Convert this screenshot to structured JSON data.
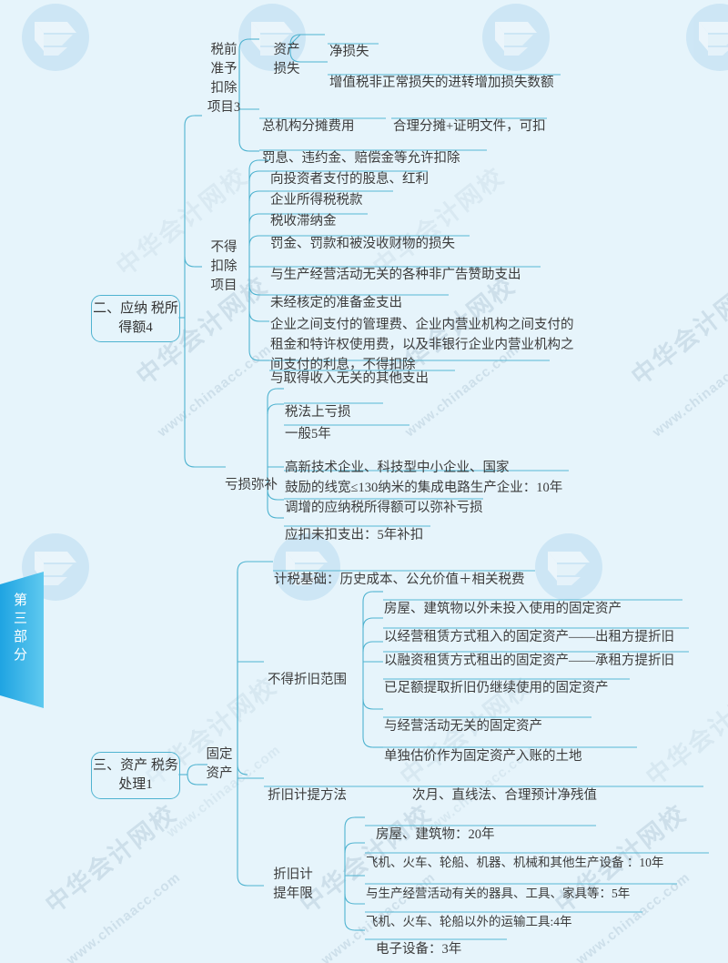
{
  "page": {
    "background_color": "#e6f4fb",
    "line_color": "#4fb3d0",
    "text_color": "#3b3b3b",
    "ribbon_color": "#29a8e0",
    "ribbon_label": "第三部分"
  },
  "watermark": {
    "brand_cn": "中华会计网校",
    "brand_url": "www.chinaacc.com"
  },
  "roots": [
    {
      "id": "root1",
      "label": "二、应纳\n税所得额4"
    },
    {
      "id": "root2",
      "label": "三、资产\n税务处理1"
    }
  ],
  "branches": {
    "pretax": {
      "label": "税前\n准予\n扣除\n项目3",
      "children": [
        {
          "label": "资产\n损失",
          "leaves": [
            "净损失",
            "增值税非正常损失的进转增加损失数额"
          ]
        },
        {
          "label": "总机构分摊费用",
          "leaves": [
            "合理分摊+证明文件，可扣"
          ]
        },
        {
          "label": "罚息、违约金、赔偿金等允许扣除",
          "leaves": []
        }
      ]
    },
    "nondeduct": {
      "label": "不得\n扣除\n项目",
      "items": [
        "向投资者支付的股息、红利",
        "企业所得税税款",
        "税收滞纳金",
        "罚金、罚款和被没收财物的损失",
        "与生产经营活动无关的各种非广告赞助支出",
        "未经核定的准备金支出",
        "企业之间支付的管理费、企业内营业机构之间支付的\n租金和特许权使用费，以及非银行企业内营业机构之\n间支付的利息，不得扣除",
        "与取得收入无关的其他支出"
      ]
    },
    "losscover": {
      "label": "亏损弥补",
      "items": [
        "税法上亏损",
        "一般5年",
        "高新技术企业、科技型中小企业、国家\n鼓励的线宽≤130纳米的集成电路生产企业：10年",
        "调增的应纳税所得额可以弥补亏损",
        "应扣未扣支出：5年补扣"
      ]
    },
    "fixedasset": {
      "label": "固定\n资产",
      "basis": "计税基础：历史成本、公允价值＋相关税费",
      "no_depreciation": {
        "label": "不得折旧范围",
        "items": [
          "房屋、建筑物以外未投入使用的固定资产",
          "以经营租赁方式租入的固定资产——出租方提折旧",
          "以融资租赁方式租出的固定资产——承租方提折旧",
          "已足额提取折旧仍继续使用的固定资产",
          "与经营活动无关的固定资产",
          "单独估价作为固定资产入账的土地"
        ]
      },
      "method": {
        "label": "折旧计提方法",
        "value": "次月、直线法、合理预计净残值"
      },
      "years": {
        "label": "折旧计\n提年限",
        "items": [
          "房屋、建筑物：20年",
          "飞机、火车、轮船、机器、机械和其他生产设备 ：10年",
          "与生产经营活动有关的器具、工具、家具等：5年",
          "飞机、火车、轮船以外的运输工具:4年",
          "电子设备：3年"
        ]
      }
    }
  }
}
